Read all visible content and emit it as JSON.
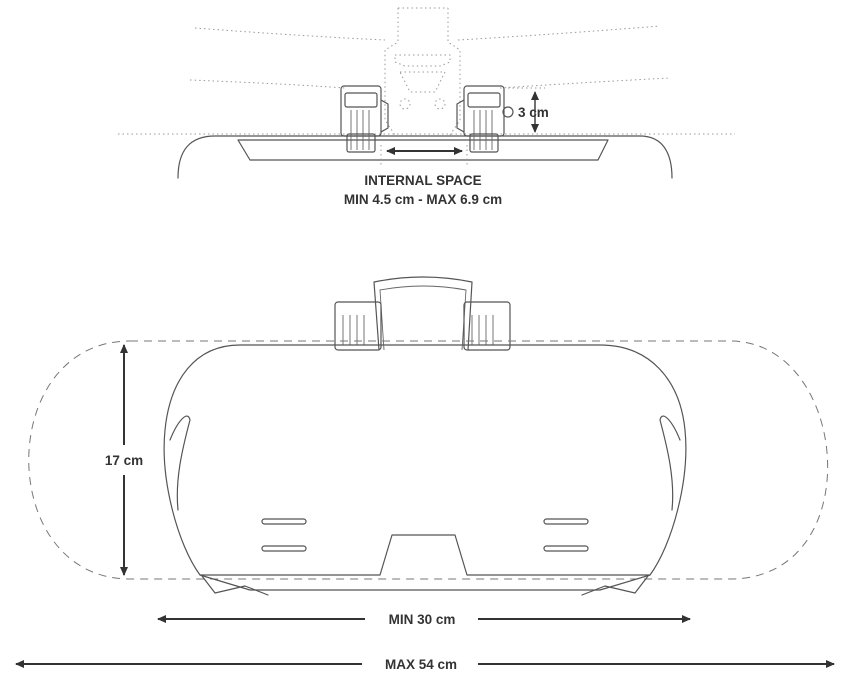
{
  "labels": {
    "height_top": "3 cm",
    "internal_space_title": "INTERNAL SPACE",
    "internal_space_range": "MIN 4.5 cm - MAX 6.9 cm",
    "height_bag": "17 cm",
    "min_width": "MIN 30 cm",
    "max_width": "MAX 54 cm"
  },
  "colors": {
    "line": "#555555",
    "dimension": "#333333",
    "guide": "#9a9a9a"
  }
}
